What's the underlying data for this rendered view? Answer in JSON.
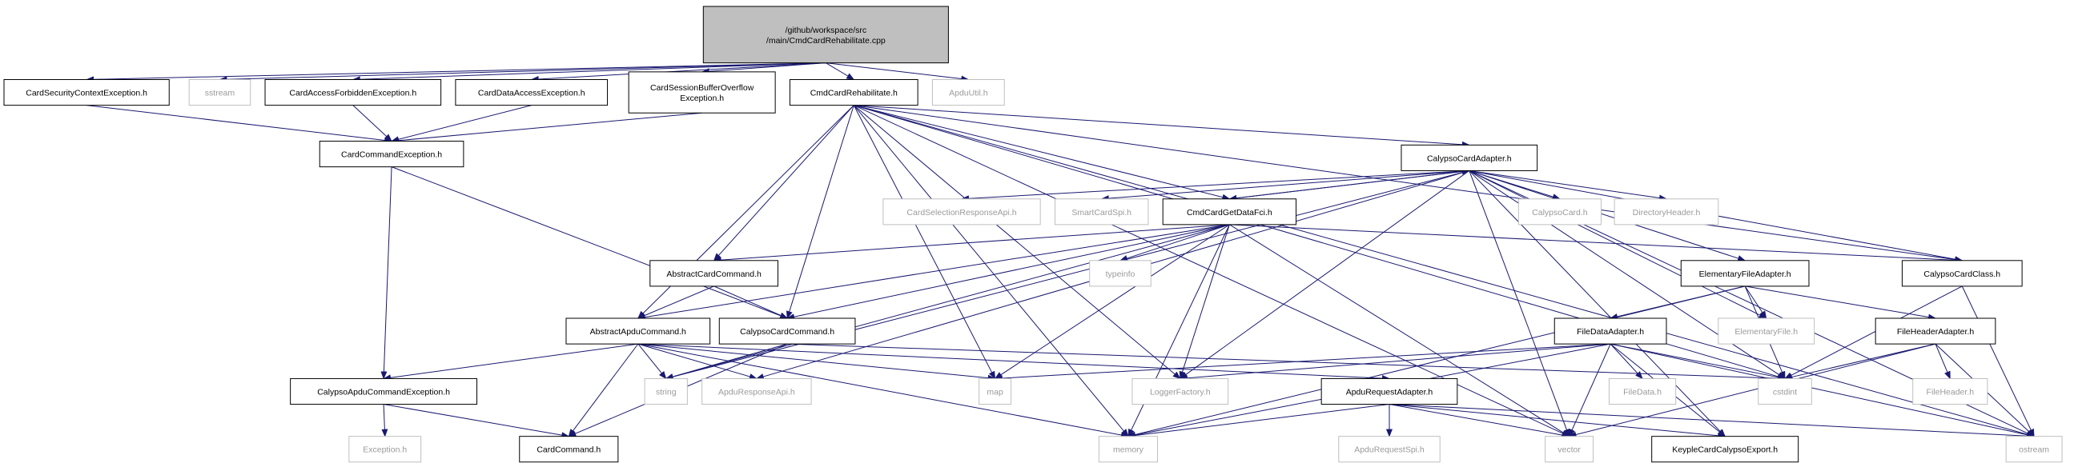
{
  "diagram": {
    "nodes": [
      {
        "id": "root",
        "lines": [
          "/github/workspace/src",
          "/main/CmdCardRehabilitate.cpp"
        ],
        "style": "root"
      },
      {
        "id": "cscx",
        "lines": [
          "CardSecurityContextException.h"
        ],
        "style": "doc"
      },
      {
        "id": "sstream",
        "lines": [
          "sstream"
        ],
        "style": "sys"
      },
      {
        "id": "cafx",
        "lines": [
          "CardAccessForbiddenException.h"
        ],
        "style": "doc"
      },
      {
        "id": "cdax",
        "lines": [
          "CardDataAccessException.h"
        ],
        "style": "doc"
      },
      {
        "id": "csbo",
        "lines": [
          "CardSessionBufferOverflow",
          "Exception.h"
        ],
        "style": "doc"
      },
      {
        "id": "cmdreh",
        "lines": [
          "CmdCardRehabilitate.h"
        ],
        "style": "doc"
      },
      {
        "id": "apduutil",
        "lines": [
          "ApduUtil.h"
        ],
        "style": "sys"
      },
      {
        "id": "ccx",
        "lines": [
          "CardCommandException.h"
        ],
        "style": "doc"
      },
      {
        "id": "cca",
        "lines": [
          "CalypsoCardAdapter.h"
        ],
        "style": "doc"
      },
      {
        "id": "csrapi",
        "lines": [
          "CardSelectionResponseApi.h"
        ],
        "style": "sys"
      },
      {
        "id": "scspi",
        "lines": [
          "SmartCardSpi.h"
        ],
        "style": "sys"
      },
      {
        "id": "cgdf",
        "lines": [
          "CmdCardGetDataFci.h"
        ],
        "style": "doc"
      },
      {
        "id": "ccard",
        "lines": [
          "CalypsoCard.h"
        ],
        "style": "sys"
      },
      {
        "id": "dirh",
        "lines": [
          "DirectoryHeader.h"
        ],
        "style": "sys"
      },
      {
        "id": "acc",
        "lines": [
          "AbstractCardCommand.h"
        ],
        "style": "doc"
      },
      {
        "id": "typeinfo",
        "lines": [
          "typeinfo"
        ],
        "style": "sys"
      },
      {
        "id": "efa",
        "lines": [
          "ElementaryFileAdapter.h"
        ],
        "style": "doc"
      },
      {
        "id": "ccc",
        "lines": [
          "CalypsoCardClass.h"
        ],
        "style": "doc"
      },
      {
        "id": "aac",
        "lines": [
          "AbstractApduCommand.h"
        ],
        "style": "doc"
      },
      {
        "id": "ccmd",
        "lines": [
          "CalypsoCardCommand.h"
        ],
        "style": "doc"
      },
      {
        "id": "fda",
        "lines": [
          "FileDataAdapter.h"
        ],
        "style": "doc"
      },
      {
        "id": "ef",
        "lines": [
          "ElementaryFile.h"
        ],
        "style": "sys"
      },
      {
        "id": "fha",
        "lines": [
          "FileHeaderAdapter.h"
        ],
        "style": "doc"
      },
      {
        "id": "cacx",
        "lines": [
          "CalypsoApduCommandException.h"
        ],
        "style": "doc"
      },
      {
        "id": "string",
        "lines": [
          "string"
        ],
        "style": "sys"
      },
      {
        "id": "arapi",
        "lines": [
          "ApduResponseApi.h"
        ],
        "style": "sys"
      },
      {
        "id": "map",
        "lines": [
          "map"
        ],
        "style": "sys"
      },
      {
        "id": "lf",
        "lines": [
          "LoggerFactory.h"
        ],
        "style": "sys"
      },
      {
        "id": "ara",
        "lines": [
          "ApduRequestAdapter.h"
        ],
        "style": "doc"
      },
      {
        "id": "fd",
        "lines": [
          "FileData.h"
        ],
        "style": "sys"
      },
      {
        "id": "cstdint",
        "lines": [
          "cstdint"
        ],
        "style": "sys"
      },
      {
        "id": "fh",
        "lines": [
          "FileHeader.h"
        ],
        "style": "sys"
      },
      {
        "id": "exc",
        "lines": [
          "Exception.h"
        ],
        "style": "sys"
      },
      {
        "id": "ccmdh",
        "lines": [
          "CardCommand.h"
        ],
        "style": "doc"
      },
      {
        "id": "memory",
        "lines": [
          "memory"
        ],
        "style": "sys"
      },
      {
        "id": "arspi",
        "lines": [
          "ApduRequestSpi.h"
        ],
        "style": "sys"
      },
      {
        "id": "vector",
        "lines": [
          "vector"
        ],
        "style": "sys"
      },
      {
        "id": "kcce",
        "lines": [
          "KeypleCardCalypsoExport.h"
        ],
        "style": "doc"
      },
      {
        "id": "ostream",
        "lines": [
          "ostream"
        ],
        "style": "sys"
      }
    ],
    "edges": [
      [
        "root",
        "cscx"
      ],
      [
        "root",
        "sstream"
      ],
      [
        "root",
        "cafx"
      ],
      [
        "root",
        "cdax"
      ],
      [
        "root",
        "csbo"
      ],
      [
        "root",
        "cmdreh"
      ],
      [
        "root",
        "apduutil"
      ],
      [
        "cscx",
        "ccx"
      ],
      [
        "cafx",
        "ccx"
      ],
      [
        "cdax",
        "ccx"
      ],
      [
        "csbo",
        "ccx"
      ],
      [
        "ccx",
        "cacx"
      ],
      [
        "ccx",
        "ccmd"
      ],
      [
        "cmdreh",
        "cca"
      ],
      [
        "cmdreh",
        "cgdf"
      ],
      [
        "cmdreh",
        "acc"
      ],
      [
        "cmdreh",
        "aac"
      ],
      [
        "cmdreh",
        "ccmd"
      ],
      [
        "cmdreh",
        "ccc"
      ],
      [
        "cmdreh",
        "map"
      ],
      [
        "cmdreh",
        "memory"
      ],
      [
        "cmdreh",
        "vector"
      ],
      [
        "cmdreh",
        "lf"
      ],
      [
        "cmdreh",
        "cstdint"
      ],
      [
        "cmdreh",
        "ostream"
      ],
      [
        "cca",
        "csrapi"
      ],
      [
        "cca",
        "scspi"
      ],
      [
        "cca",
        "cgdf"
      ],
      [
        "cca",
        "ccard"
      ],
      [
        "cca",
        "dirh"
      ],
      [
        "cca",
        "efa"
      ],
      [
        "cca",
        "ccc"
      ],
      [
        "cca",
        "ef"
      ],
      [
        "cca",
        "arapi"
      ],
      [
        "cca",
        "string"
      ],
      [
        "cca",
        "lf"
      ],
      [
        "cca",
        "vector"
      ],
      [
        "cca",
        "cstdint"
      ],
      [
        "cca",
        "ostream"
      ],
      [
        "cca",
        "kcce"
      ],
      [
        "cgdf",
        "cca"
      ],
      [
        "cgdf",
        "acc"
      ],
      [
        "cgdf",
        "typeinfo"
      ],
      [
        "cgdf",
        "ccc"
      ],
      [
        "cgdf",
        "aac"
      ],
      [
        "cgdf",
        "ccmd"
      ],
      [
        "cgdf",
        "map"
      ],
      [
        "cgdf",
        "memory"
      ],
      [
        "cgdf",
        "lf"
      ],
      [
        "cgdf",
        "vector"
      ],
      [
        "cgdf",
        "string"
      ],
      [
        "acc",
        "aac"
      ],
      [
        "acc",
        "ccmd"
      ],
      [
        "aac",
        "cacx"
      ],
      [
        "aac",
        "string"
      ],
      [
        "aac",
        "arapi"
      ],
      [
        "aac",
        "map"
      ],
      [
        "aac",
        "ara"
      ],
      [
        "aac",
        "ccmdh"
      ],
      [
        "aac",
        "memory"
      ],
      [
        "ccmd",
        "string"
      ],
      [
        "ccmd",
        "ccmdh"
      ],
      [
        "ccmd",
        "cstdint"
      ],
      [
        "efa",
        "fda"
      ],
      [
        "efa",
        "ef"
      ],
      [
        "efa",
        "fha"
      ],
      [
        "efa",
        "cstdint"
      ],
      [
        "efa",
        "memory"
      ],
      [
        "ccc",
        "cstdint"
      ],
      [
        "ccc",
        "ostream"
      ],
      [
        "fda",
        "map"
      ],
      [
        "fda",
        "lf"
      ],
      [
        "fda",
        "fd"
      ],
      [
        "fda",
        "cstdint"
      ],
      [
        "fda",
        "memory"
      ],
      [
        "fda",
        "vector"
      ],
      [
        "fda",
        "kcce"
      ],
      [
        "fda",
        "ostream"
      ],
      [
        "fha",
        "cstdint"
      ],
      [
        "fha",
        "fh"
      ],
      [
        "fha",
        "ostream"
      ],
      [
        "fha",
        "vector"
      ],
      [
        "cacx",
        "exc"
      ],
      [
        "cacx",
        "ccmdh"
      ],
      [
        "ara",
        "arspi"
      ],
      [
        "ara",
        "vector"
      ],
      [
        "ara",
        "memory"
      ],
      [
        "ara",
        "kcce"
      ],
      [
        "ara",
        "ostream"
      ]
    ]
  }
}
